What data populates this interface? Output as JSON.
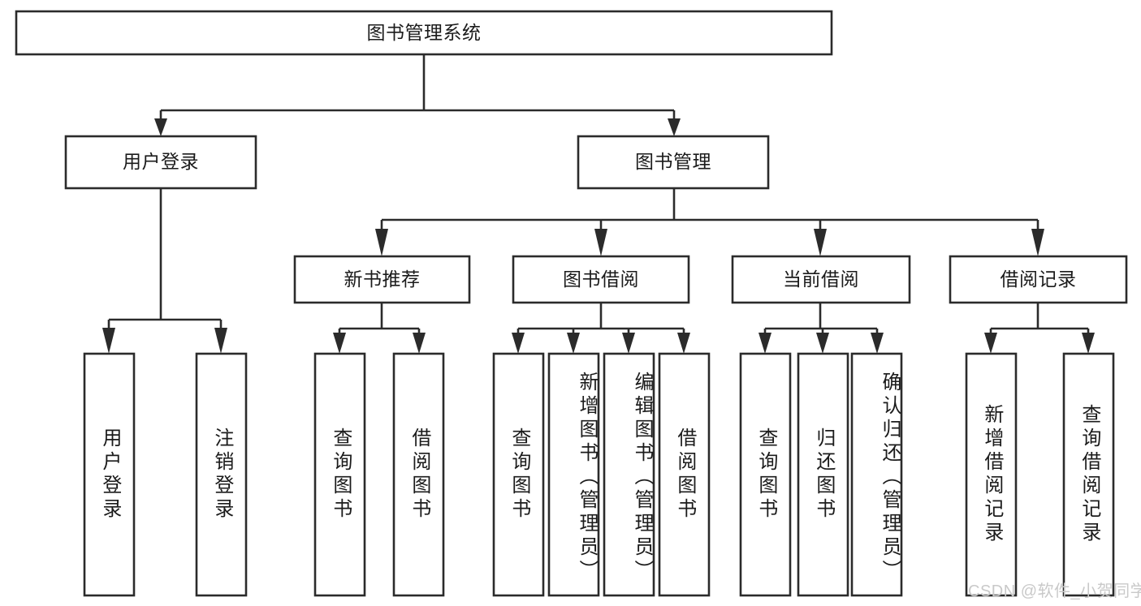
{
  "diagram": {
    "title": "图书管理系统",
    "type": "hierarchy-tree",
    "watermark": "CSDN @软件_小贺同学",
    "colors": {
      "box_stroke": "#2b2b2b",
      "box_fill": "#ffffff",
      "connector": "#2b2b2b",
      "text": "#1b1b1b",
      "watermark": "#c9c9c9",
      "background": "#ffffff"
    },
    "levels": {
      "root": {
        "label": "图书管理系统"
      },
      "level2": [
        {
          "label": "用户登录"
        },
        {
          "label": "图书管理"
        }
      ],
      "level3": [
        {
          "label": "新书推荐"
        },
        {
          "label": "图书借阅"
        },
        {
          "label": "当前借阅"
        },
        {
          "label": "借阅记录"
        }
      ],
      "leaves": {
        "user_login": [
          {
            "label": "用户登录"
          },
          {
            "label": "注销登录"
          }
        ],
        "new_book_recommend": [
          {
            "label": "查询图书"
          },
          {
            "label": "借阅图书"
          }
        ],
        "book_borrow": [
          {
            "label": "查询图书"
          },
          {
            "label": "新增图书（管理员）"
          },
          {
            "label": "编辑图书（管理员）"
          },
          {
            "label": "借阅图书"
          }
        ],
        "current_borrow": [
          {
            "label": "查询图书"
          },
          {
            "label": "归还图书"
          },
          {
            "label": "确认归还（管理员）"
          }
        ],
        "borrow_record": [
          {
            "label": "新增借阅记录"
          },
          {
            "label": "查询借阅记录"
          }
        ]
      }
    }
  }
}
